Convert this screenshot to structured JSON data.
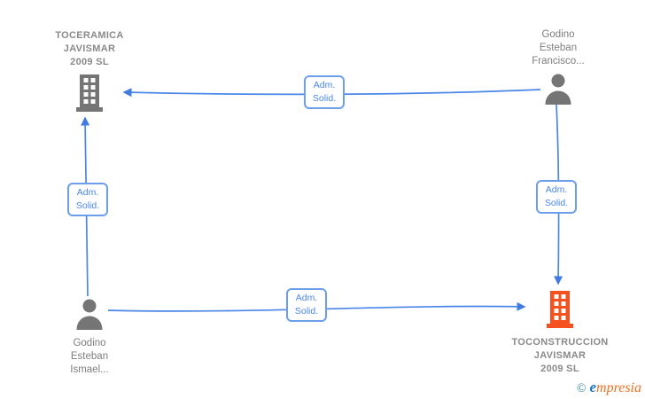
{
  "canvas": {
    "background": "#ffffff"
  },
  "colors": {
    "edge_blue": "#4a86e8",
    "arrowhead_blue": "#3f7be0",
    "edge_label_border": "#6d9eeb",
    "edge_label_text": "#4a86e8",
    "gray_icon": "#757575",
    "company_text_gray": "#8a8a8a",
    "person_text_gray": "#7e7e7e",
    "orange_icon": "#f4511e",
    "logo_teal": "#2d8293",
    "logo_blue": "#1d73bd",
    "logo_orange": "#ee7123"
  },
  "nodes": [
    {
      "id": "toceramica",
      "type": "company",
      "icon": "building-icon",
      "lines": [
        "TOCERAMICA",
        "JAVISMAR",
        "2009 SL"
      ]
    },
    {
      "id": "godino-esteban-francisco",
      "type": "person",
      "icon": "person-icon",
      "lines": [
        "Godino",
        "Esteban",
        "Francisco..."
      ]
    },
    {
      "id": "godino-esteban-ismael",
      "type": "person",
      "icon": "person-icon",
      "lines": [
        "Godino",
        "Esteban",
        "Ismael..."
      ]
    },
    {
      "id": "toconstruccion",
      "type": "company",
      "icon": "building-icon",
      "lines": [
        "TOCONSTRUCCION",
        "JAVISMAR",
        "2009 SL"
      ]
    }
  ],
  "edges": [
    {
      "from": "godino-esteban-francisco",
      "to": "toceramica",
      "label_lines": [
        "Adm.",
        "Solid."
      ]
    },
    {
      "from": "godino-esteban-ismael",
      "to": "toceramica",
      "label_lines": [
        "Adm.",
        "Solid."
      ]
    },
    {
      "from": "godino-esteban-francisco",
      "to": "toconstruccion",
      "label_lines": [
        "Adm.",
        "Solid."
      ]
    },
    {
      "from": "godino-esteban-ismael",
      "to": "toconstruccion",
      "label_lines": [
        "Adm.",
        "Solid."
      ]
    }
  ],
  "footer": {
    "copyright_symbol": "©",
    "brand_first_letter": "e",
    "brand_rest": "mpresia"
  }
}
